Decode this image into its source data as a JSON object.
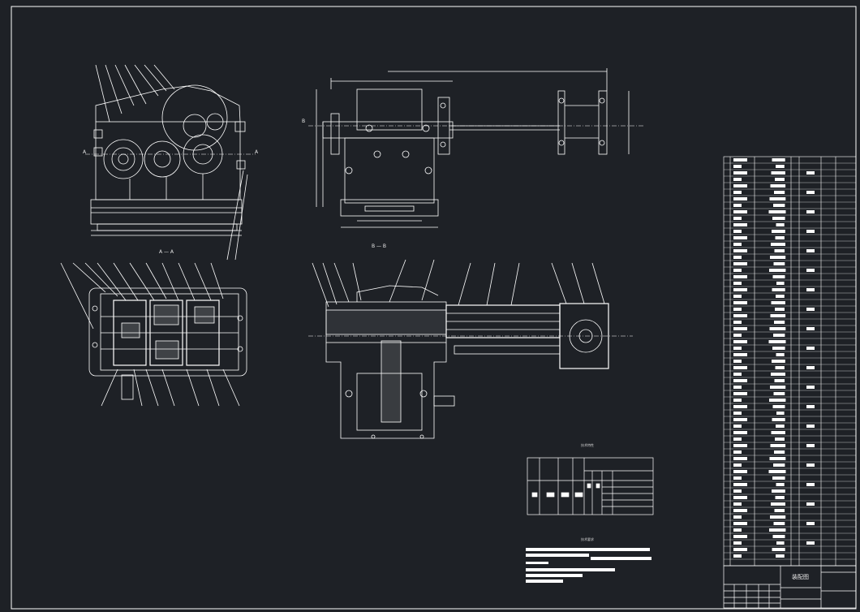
{
  "drawing": {
    "background": "#1e2126",
    "line_color": "#ffffff",
    "views": {
      "section_aa": "A — A",
      "section_bb": "B — B",
      "marker_a": "A",
      "marker_b": "B"
    },
    "notes": {
      "spec_table_title": "技术特性",
      "tech_req_title": "技术要求"
    },
    "title_block": {
      "drawing_title": "装配图"
    }
  }
}
